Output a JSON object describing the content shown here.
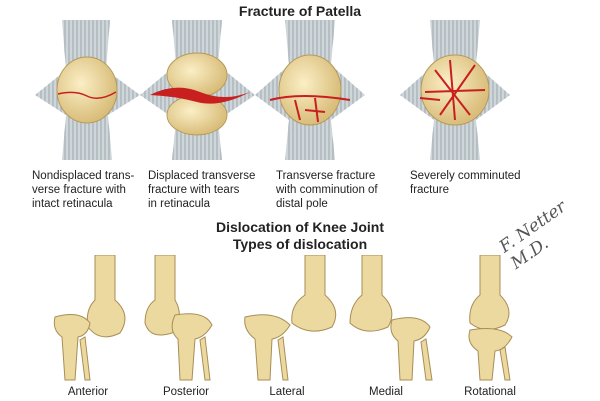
{
  "fracture_section": {
    "title": "Fracture of Patella",
    "items": [
      {
        "caption": [
          "Nondisplaced trans-",
          "verse fracture with",
          "intact retinacula"
        ]
      },
      {
        "caption": [
          "Displaced transverse",
          "fracture with tears",
          "in retinacula"
        ]
      },
      {
        "caption": [
          "Transverse fracture",
          "with comminution of",
          "distal pole"
        ]
      },
      {
        "caption": [
          "Severely comminuted",
          "fracture"
        ]
      }
    ]
  },
  "dislocation_section": {
    "title": "Dislocation of Knee Joint",
    "subtitle": "Types of dislocation",
    "types": [
      "Anterior",
      "Posterior",
      "Lateral",
      "Medial",
      "Rotational"
    ]
  },
  "signature": "F. Netter M.D.",
  "colors": {
    "bone": "#ecd9a0",
    "bone_shade": "#c9ad6a",
    "ligament": "#b9c3c9",
    "fracture": "#c8201f"
  }
}
